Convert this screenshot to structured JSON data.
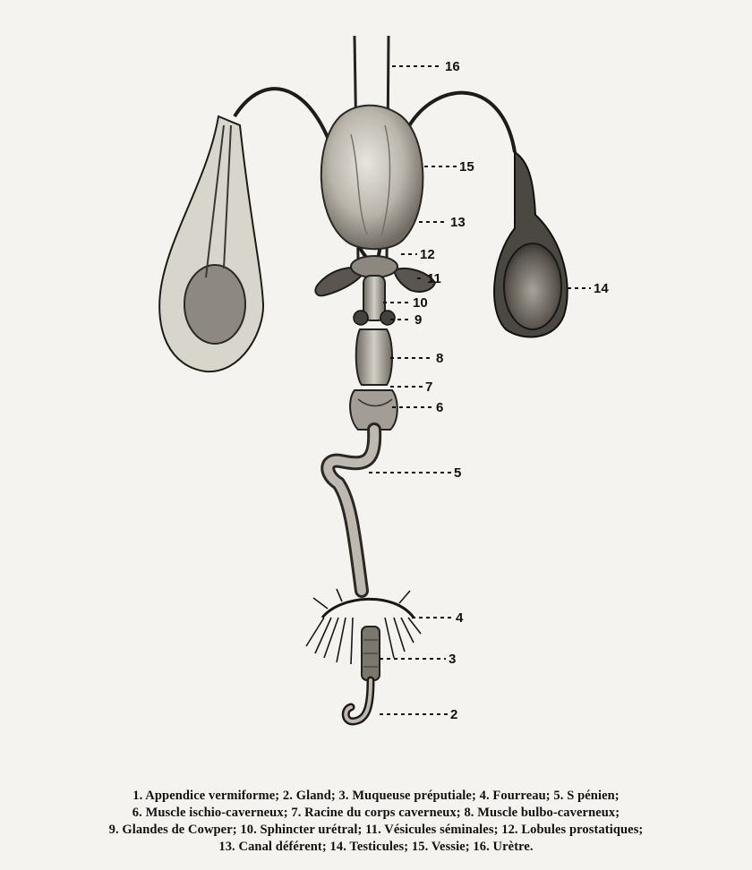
{
  "labels": [
    {
      "num": "1",
      "text": "Appendice vermiforme"
    },
    {
      "num": "2",
      "text": "Gland"
    },
    {
      "num": "3",
      "text": "Muqueuse préputiale"
    },
    {
      "num": "4",
      "text": "Fourreau"
    },
    {
      "num": "5",
      "text": "S pénien"
    },
    {
      "num": "6",
      "text": "Muscle ischio-caverneux"
    },
    {
      "num": "7",
      "text": "Racine du corps caverneux"
    },
    {
      "num": "8",
      "text": "Muscle bulbo-caverneux"
    },
    {
      "num": "9",
      "text": "Glandes de Cowper"
    },
    {
      "num": "10",
      "text": "Sphincter urétral"
    },
    {
      "num": "11",
      "text": "Vésicules séminales"
    },
    {
      "num": "12",
      "text": "Lobules prostatiques"
    },
    {
      "num": "13",
      "text": "Canal déférent"
    },
    {
      "num": "14",
      "text": "Testicules"
    },
    {
      "num": "15",
      "text": "Vessie"
    },
    {
      "num": "16",
      "text": "Urètre"
    }
  ],
  "caption_lines": [
    "1. Appendice vermiforme; 2. Gland; 3. Muqueuse préputiale; 4. Fourreau; 5. S pénien;",
    "6. Muscle ischio-caverneux; 7. Racine du corps caverneux; 8. Muscle bulbo-caverneux;",
    "9. Glandes de Cowper; 10. Sphincter urétral; 11. Vésicules séminales; 12. Lobules prostatiques;",
    "13. Canal déférent; 14. Testicules; 15. Vessie; 16. Urètre."
  ],
  "colors": {
    "ink": "#111111",
    "tissue_light": "#c9c6bd",
    "tissue_mid": "#8f8b82",
    "tissue_dark": "#3e3b36",
    "paper": "#f4f3ef"
  }
}
